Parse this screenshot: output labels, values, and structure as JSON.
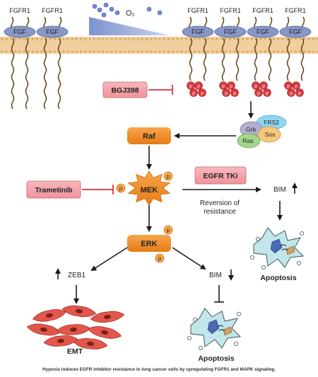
{
  "receptor_label": "FGFR1",
  "ligand_label": "FGF",
  "oxygen_label": "O₂",
  "inhibitors": {
    "bgj398": "BGJ398",
    "trametinib": "Trametinib",
    "egfr_tki": "EGFR TKi"
  },
  "adaptor_complex": {
    "frs2": "FRS2",
    "grb": "Grb",
    "sos": "Sos",
    "ras": "Ras"
  },
  "kinases": {
    "raf": "Raf",
    "mek": "MEK",
    "erk": "ERK"
  },
  "phospho_label": "p",
  "outcomes": {
    "bim_up": "BIM",
    "bim_down": "BIM",
    "zeb1": "ZEB1",
    "emt": "EMT",
    "apoptosis_right": "Apoptosis",
    "apoptosis_bottom": "Apoptosis"
  },
  "reversion_text": {
    "line1": "Reversion of",
    "line2": "resistance"
  },
  "caption": "Hypoxia induces EGFR inhibitor resistance in lung cancer cells by upregulating FGFR1 and MAPK signaling.",
  "colors": {
    "membrane": "#f1cf9e",
    "membrane_dot": "#e0a866",
    "fgf": "#8898c6",
    "tail": "#6a4a1e",
    "phospho": "#d83a3f",
    "kinase_orange": "#f08a22",
    "inhibitor_pink": "#f5a6ab",
    "inhibit_bar": "#d8323c",
    "frs2": "#8ed6f2",
    "grb": "#b1aecf",
    "sos": "#f7c87c",
    "ras": "#a4d68b",
    "emt_cell": "#e2574c",
    "apoptosis_cell": "#c3e6e9",
    "gradient": "#9aabd6"
  }
}
